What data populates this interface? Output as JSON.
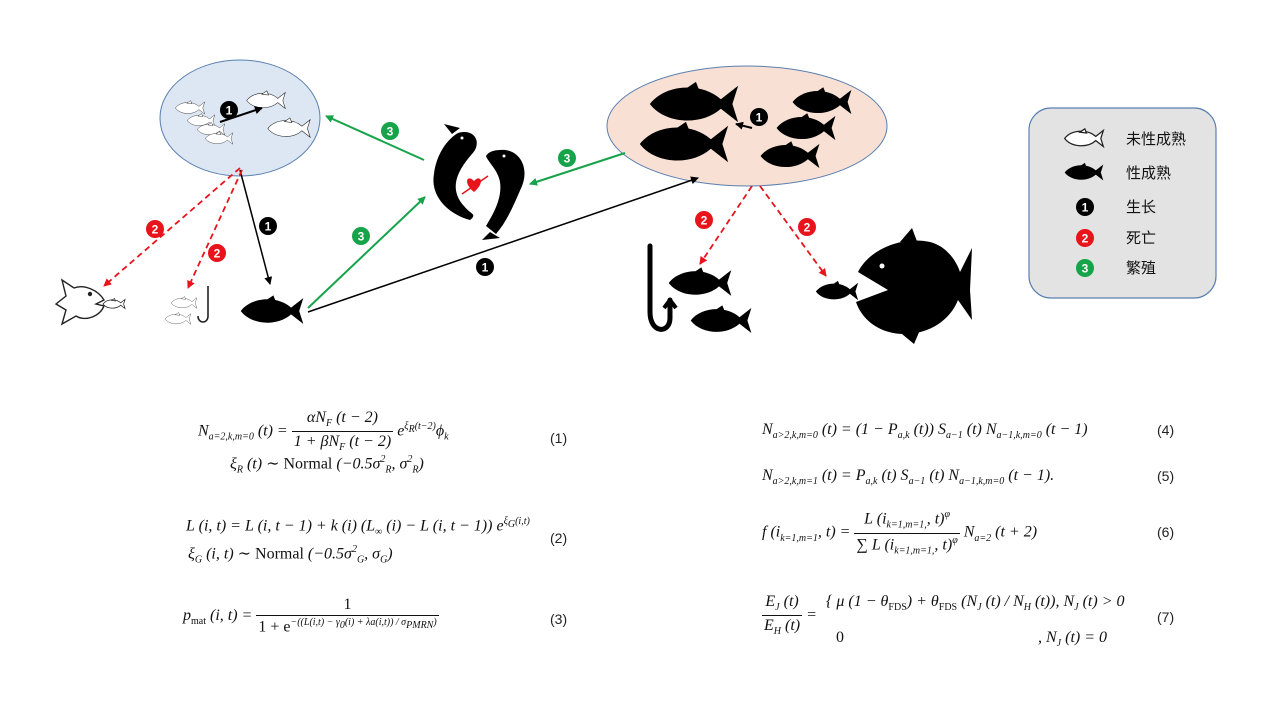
{
  "legend": {
    "items": [
      {
        "kind": "fish-outline",
        "label": "未性成熟"
      },
      {
        "kind": "fish-filled",
        "label": "性成熟"
      },
      {
        "kind": "badge",
        "number": "1",
        "color": "#000000",
        "label": "生长"
      },
      {
        "kind": "badge",
        "number": "2",
        "color": "#e8141b",
        "label": "死亡"
      },
      {
        "kind": "badge",
        "number": "3",
        "color": "#17a34a",
        "label": "繁殖"
      }
    ]
  },
  "badges": {
    "growth": "1",
    "death": "2",
    "reproduction": "3"
  },
  "colors": {
    "growth": "#000000",
    "death": "#e8141b",
    "reproduction": "#17a34a",
    "immature_group_fill": "#dce7f3",
    "mature_group_fill": "#f8e1d4",
    "legend_fill": "#e3e3e3"
  },
  "equation_numbers": [
    "(1)",
    "(2)",
    "(3)",
    "(4)",
    "(5)",
    "(6)",
    "(7)"
  ]
}
